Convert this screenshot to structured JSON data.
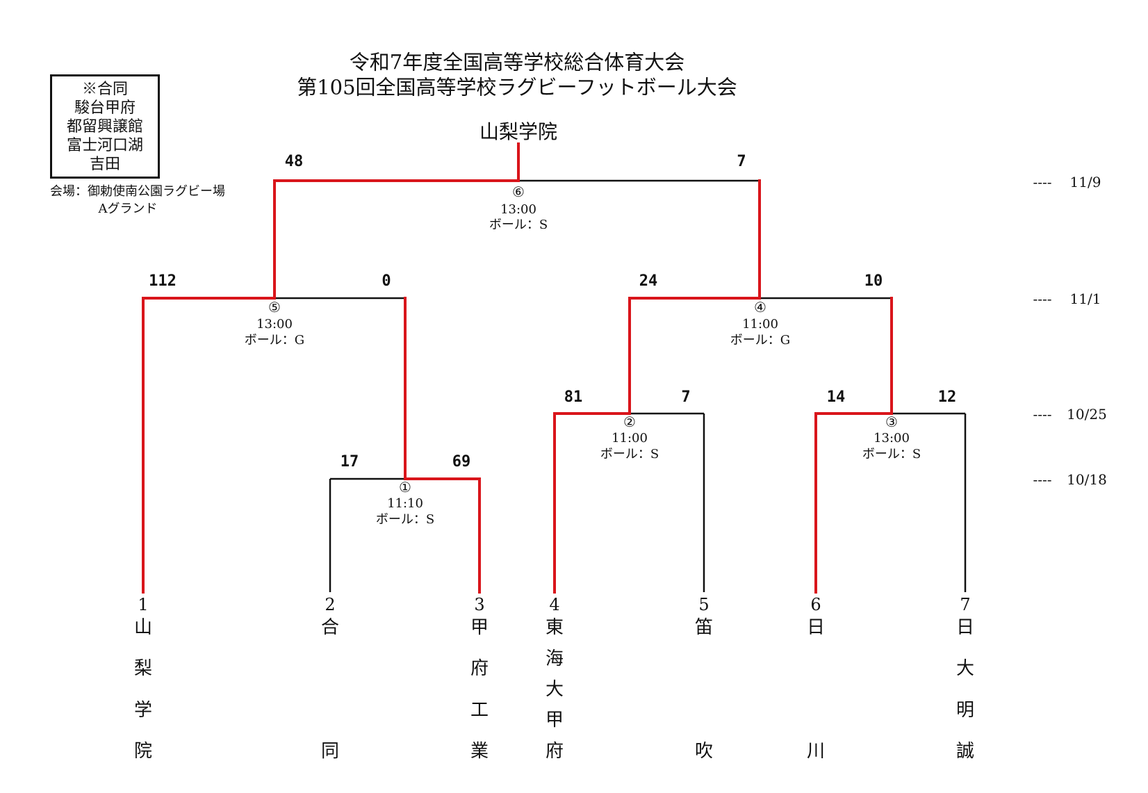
{
  "title": {
    "line1": "令和7年度全国高等学校総合体育大会",
    "line2": "第105回全国高等学校ラグビーフットボール大会"
  },
  "joint_note": {
    "items": [
      "※合同",
      "駿台甲府",
      "都留興譲館",
      "富士河口湖",
      "吉田"
    ]
  },
  "venue": {
    "line1": "会場：御勅使南公園ラグビー場",
    "line2": "Aグランド"
  },
  "champion": "山梨学院",
  "dates": [
    "11/9",
    "11/1",
    "10/25",
    "10/18"
  ],
  "date_marker": "----",
  "matches": [
    {
      "no": "①",
      "time": "11:10",
      "ball": "ボール：S",
      "score_left": "17",
      "score_right": "69"
    },
    {
      "no": "②",
      "time": "11:00",
      "ball": "ボール：S",
      "score_left": "81",
      "score_right": "7"
    },
    {
      "no": "③",
      "time": "13:00",
      "ball": "ボール：S",
      "score_left": "14",
      "score_right": "12"
    },
    {
      "no": "④",
      "time": "11:00",
      "ball": "ボール：G",
      "score_left": "24",
      "score_right": "10"
    },
    {
      "no": "⑤",
      "time": "13:00",
      "ball": "ボール：G",
      "score_left": "112",
      "score_right": "0"
    },
    {
      "no": "⑥",
      "time": "13:00",
      "ball": "ボール：S",
      "score_left": "48",
      "score_right": "7"
    }
  ],
  "teams": [
    {
      "no": "1",
      "chars": [
        "山",
        "梨",
        "学",
        "院"
      ]
    },
    {
      "no": "2",
      "chars": [
        "合",
        "同"
      ]
    },
    {
      "no": "3",
      "chars": [
        "甲",
        "府",
        "工",
        "業"
      ]
    },
    {
      "no": "4",
      "chars": [
        "東",
        "海",
        "大",
        "甲",
        "府"
      ]
    },
    {
      "no": "5",
      "chars": [
        "笛",
        "吹"
      ]
    },
    {
      "no": "6",
      "chars": [
        "日",
        "川"
      ]
    },
    {
      "no": "7",
      "chars": [
        "日",
        "大",
        "明",
        "誠"
      ]
    }
  ],
  "colors": {
    "win_line": "#d9151b",
    "line": "#111111"
  }
}
